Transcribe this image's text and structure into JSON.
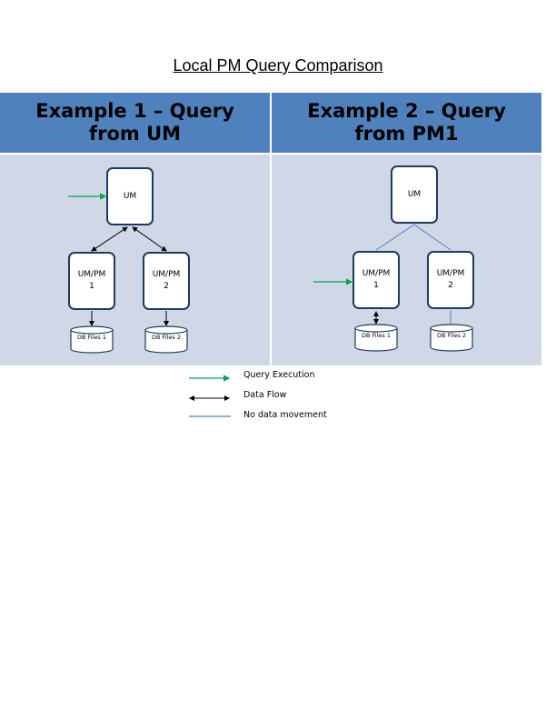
{
  "title": "Local PM Query Comparison",
  "columns": [
    {
      "header": "Example 1 – Query from UM"
    },
    {
      "header": "Example 2 – Query from PM1"
    }
  ],
  "example1": {
    "nodes": {
      "um": "UM",
      "pm1": "UM/PM1",
      "pm2": "UM/PM2"
    },
    "db": {
      "db1": "DB Files 1",
      "db2": "DB Files 2"
    }
  },
  "example2": {
    "nodes": {
      "um": "UM",
      "pm1": "UM/PM1",
      "pm2": "UM/PM2"
    },
    "db": {
      "db1": "DB Files 1",
      "db2": "DB Files 2"
    }
  },
  "legend": {
    "query_execution": "Query Execution",
    "data_flow": "Data Flow",
    "no_data_movement": "No data movement"
  },
  "colors": {
    "header": "#4f81bd",
    "cell": "#d0d8e8",
    "query_arrow": "#00a550",
    "blue_line": "#4f81bd"
  }
}
